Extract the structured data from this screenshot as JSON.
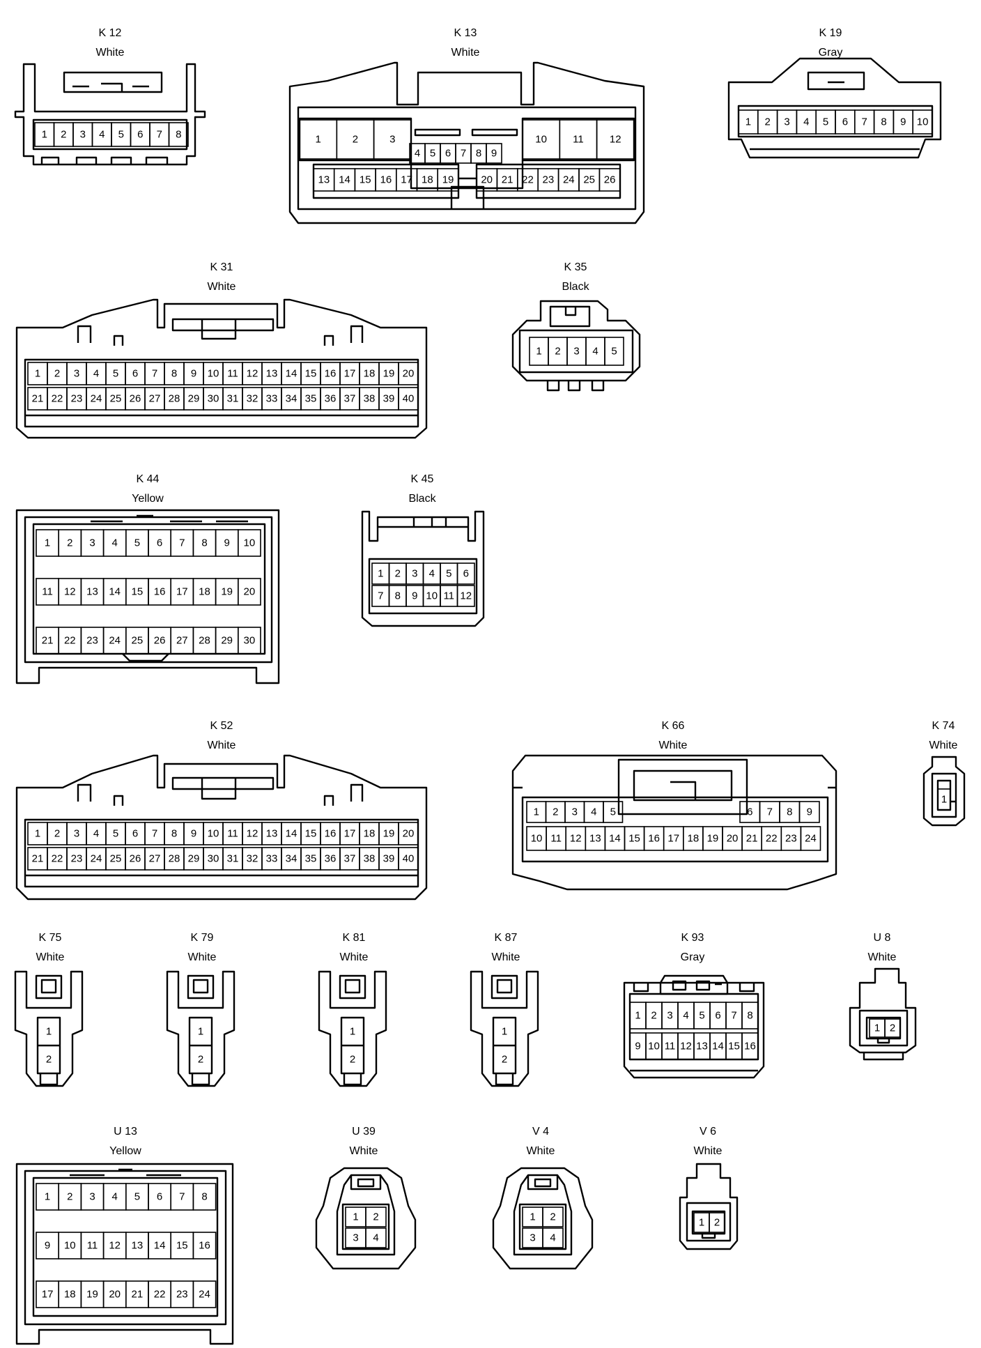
{
  "connectors": [
    {
      "id": "K12",
      "code": "K 12",
      "color": "White",
      "pins": [
        "1",
        "2",
        "3",
        "4",
        "5",
        "6",
        "7",
        "8"
      ]
    },
    {
      "id": "K13",
      "code": "K 13",
      "color": "White",
      "pins": [
        "1",
        "2",
        "3",
        "4",
        "5",
        "6",
        "7",
        "8",
        "9",
        "10",
        "11",
        "12",
        "13",
        "14",
        "15",
        "16",
        "17",
        "18",
        "19",
        "20",
        "21",
        "22",
        "23",
        "24",
        "25",
        "26"
      ]
    },
    {
      "id": "K19",
      "code": "K 19",
      "color": "Gray",
      "pins": [
        "1",
        "2",
        "3",
        "4",
        "5",
        "6",
        "7",
        "8",
        "9",
        "10"
      ]
    },
    {
      "id": "K31",
      "code": "K 31",
      "color": "White",
      "pins": [
        "1",
        "2",
        "3",
        "4",
        "5",
        "6",
        "7",
        "8",
        "9",
        "10",
        "11",
        "12",
        "13",
        "14",
        "15",
        "16",
        "17",
        "18",
        "19",
        "20",
        "21",
        "22",
        "23",
        "24",
        "25",
        "26",
        "27",
        "28",
        "29",
        "30",
        "31",
        "32",
        "33",
        "34",
        "35",
        "36",
        "37",
        "38",
        "39",
        "40"
      ]
    },
    {
      "id": "K35",
      "code": "K 35",
      "color": "Black",
      "pins": [
        "1",
        "2",
        "3",
        "4",
        "5"
      ]
    },
    {
      "id": "K44",
      "code": "K 44",
      "color": "Yellow",
      "pins": [
        "1",
        "2",
        "3",
        "4",
        "5",
        "6",
        "7",
        "8",
        "9",
        "10",
        "11",
        "12",
        "13",
        "14",
        "15",
        "16",
        "17",
        "18",
        "19",
        "20",
        "21",
        "22",
        "23",
        "24",
        "25",
        "26",
        "27",
        "28",
        "29",
        "30"
      ]
    },
    {
      "id": "K45",
      "code": "K 45",
      "color": "Black",
      "pins": [
        "1",
        "2",
        "3",
        "4",
        "5",
        "6",
        "7",
        "8",
        "9",
        "10",
        "11",
        "12"
      ]
    },
    {
      "id": "K52",
      "code": "K 52",
      "color": "White",
      "pins": [
        "1",
        "2",
        "3",
        "4",
        "5",
        "6",
        "7",
        "8",
        "9",
        "10",
        "11",
        "12",
        "13",
        "14",
        "15",
        "16",
        "17",
        "18",
        "19",
        "20",
        "21",
        "22",
        "23",
        "24",
        "25",
        "26",
        "27",
        "28",
        "29",
        "30",
        "31",
        "32",
        "33",
        "34",
        "35",
        "36",
        "37",
        "38",
        "39",
        "40"
      ]
    },
    {
      "id": "K66",
      "code": "K 66",
      "color": "White",
      "pins": [
        "1",
        "2",
        "3",
        "4",
        "5",
        "6",
        "7",
        "8",
        "9",
        "10",
        "11",
        "12",
        "13",
        "14",
        "15",
        "16",
        "17",
        "18",
        "19",
        "20",
        "21",
        "22",
        "23",
        "24"
      ]
    },
    {
      "id": "K74",
      "code": "K 74",
      "color": "White",
      "pins": [
        "1"
      ]
    },
    {
      "id": "K75",
      "code": "K 75",
      "color": "White",
      "pins": [
        "1",
        "2"
      ]
    },
    {
      "id": "K79",
      "code": "K 79",
      "color": "White",
      "pins": [
        "1",
        "2"
      ]
    },
    {
      "id": "K81",
      "code": "K 81",
      "color": "White",
      "pins": [
        "1",
        "2"
      ]
    },
    {
      "id": "K87",
      "code": "K 87",
      "color": "White",
      "pins": [
        "1",
        "2"
      ]
    },
    {
      "id": "K93",
      "code": "K 93",
      "color": "Gray",
      "pins": [
        "1",
        "2",
        "3",
        "4",
        "5",
        "6",
        "7",
        "8",
        "9",
        "10",
        "11",
        "12",
        "13",
        "14",
        "15",
        "16"
      ]
    },
    {
      "id": "U8",
      "code": "U 8",
      "color": "White",
      "pins": [
        "1",
        "2"
      ]
    },
    {
      "id": "U13",
      "code": "U 13",
      "color": "Yellow",
      "pins": [
        "1",
        "2",
        "3",
        "4",
        "5",
        "6",
        "7",
        "8",
        "9",
        "10",
        "11",
        "12",
        "13",
        "14",
        "15",
        "16",
        "17",
        "18",
        "19",
        "20",
        "21",
        "22",
        "23",
        "24"
      ]
    },
    {
      "id": "U39",
      "code": "U 39",
      "color": "White",
      "pins": [
        "1",
        "2",
        "3",
        "4"
      ]
    },
    {
      "id": "V4",
      "code": "V 4",
      "color": "White",
      "pins": [
        "1",
        "2",
        "3",
        "4"
      ]
    },
    {
      "id": "V6",
      "code": "V 6",
      "color": "White",
      "pins": [
        "1",
        "2"
      ]
    }
  ]
}
